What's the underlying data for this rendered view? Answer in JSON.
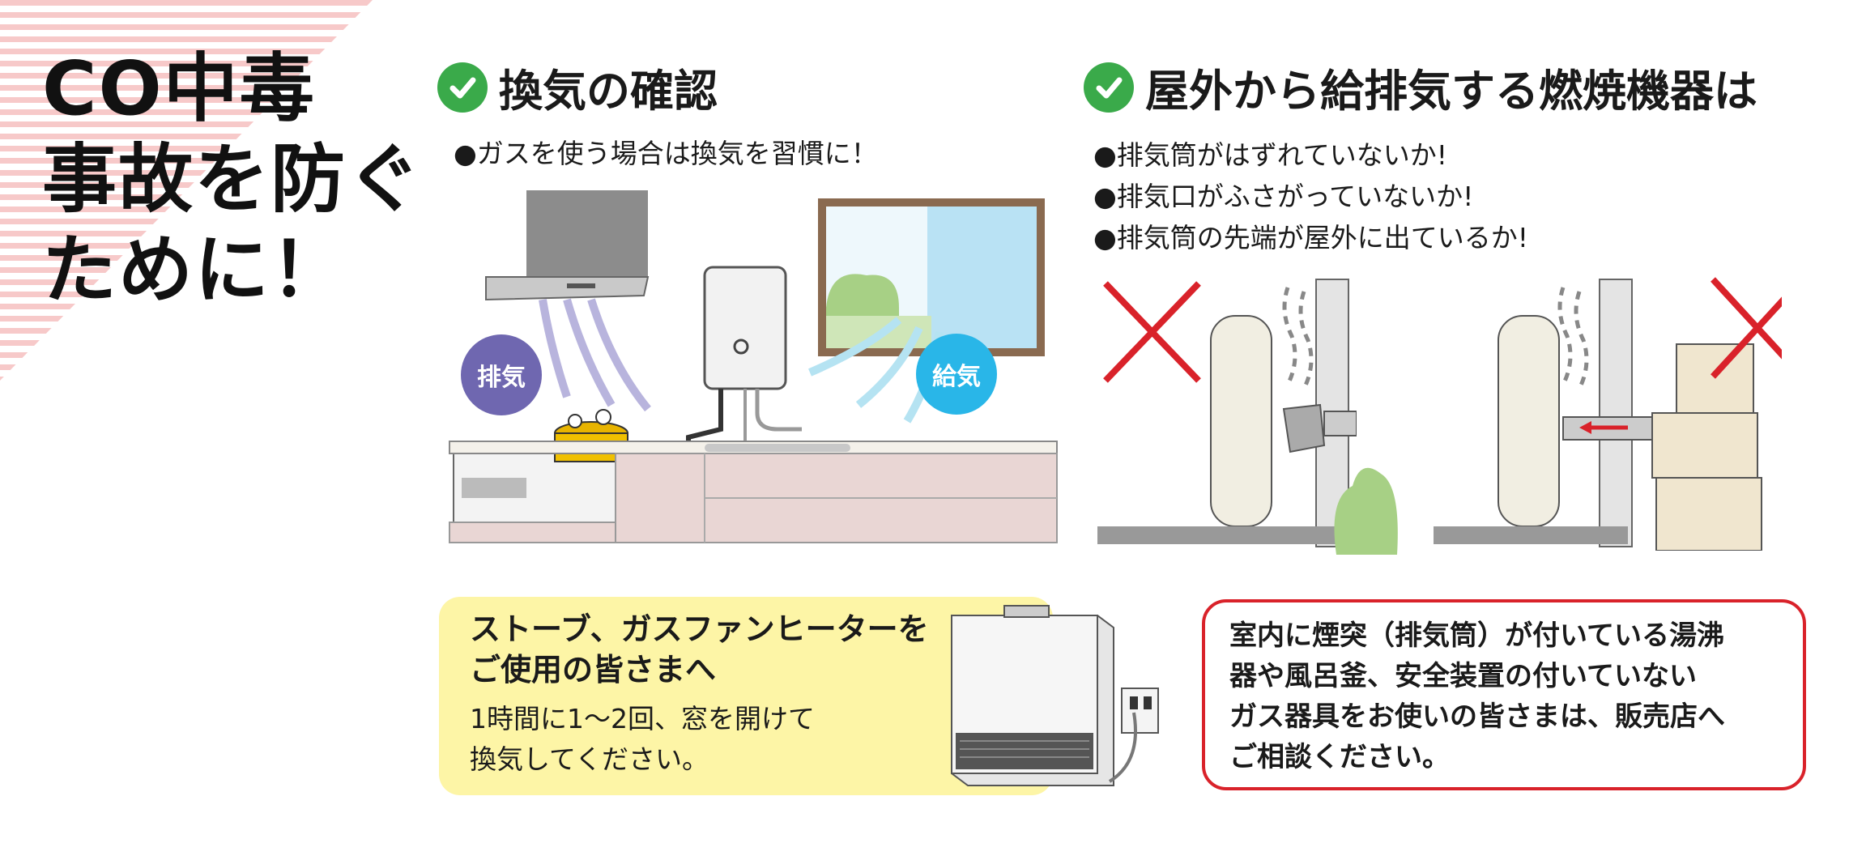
{
  "title": {
    "line1": "CO中毒",
    "line2": "事故を防ぐ",
    "line3": "ために！"
  },
  "ventilation": {
    "heading": "換気の確認",
    "bullet": "●ガスを使う場合は換気を習慣に！",
    "exhaust_label": "排気",
    "intake_label": "給気"
  },
  "outdoor": {
    "heading": "屋外から給排気する燃焼機器は",
    "bullets": [
      "●排気筒がはずれていないか!",
      "●排気口がふさがっていないか!",
      "●排気筒の先端が屋外に出ているか!"
    ]
  },
  "stove_note": {
    "heading_line1": "ストーブ、ガスファンヒーターを",
    "heading_line2": "ご使用の皆さまへ",
    "body_line1": "1時間に1～2回、窓を開けて",
    "body_line2": "換気してください。"
  },
  "consult_note": {
    "line1": "室内に煙突（排気筒）が付いている湯沸",
    "line2": "器や風呂釜、安全装置の付いていない",
    "line3": "ガス器具をお使いの皆さまは、販売店へ",
    "line4": "ご相談ください。"
  },
  "colors": {
    "check_green": "#3aaa4a",
    "exhaust_purple": "#6f67b0",
    "intake_blue": "#29b6e8",
    "warning_red": "#d9222a",
    "note_yellow": "#fdf5a6",
    "title_stripe_pink": "#f7c9c9"
  }
}
